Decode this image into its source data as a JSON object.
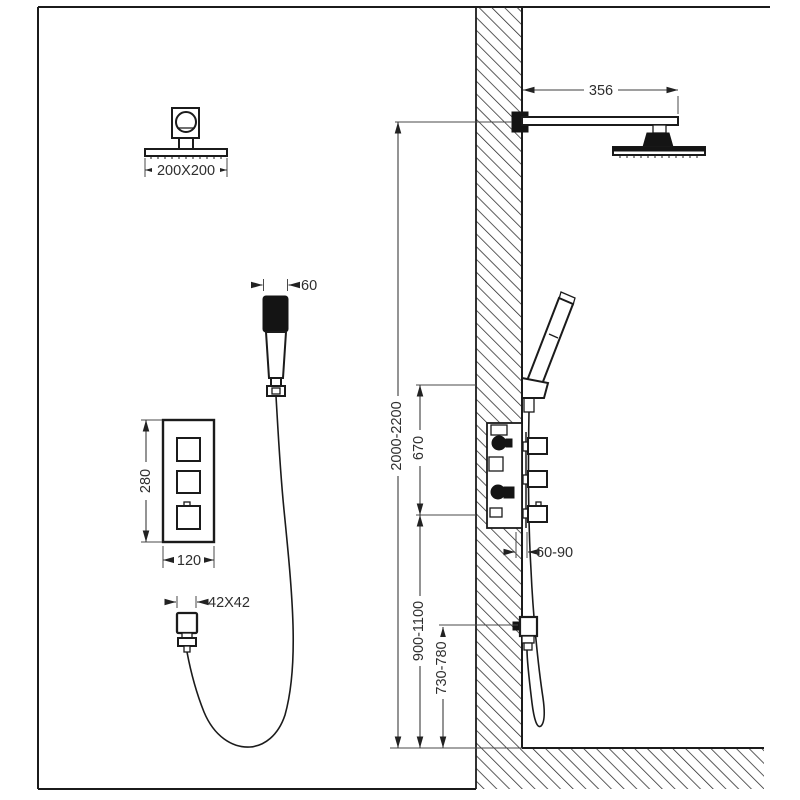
{
  "drawing": {
    "type": "shower-system-installation-technical-drawing",
    "background_color": "#ffffff",
    "line_color": "#1b1b1b",
    "dimension_color": "#3d3d3d",
    "labels": {
      "overhead_shower_size": "200X200",
      "hand_shower_width": "60",
      "panel_height": "280",
      "panel_width": "120",
      "wall_outlet_size": "42X42",
      "shower_arm_length": "356",
      "overall_install_height": "2000-2200",
      "valve_to_holder_distance": "670",
      "valve_recess_depth": "60-90",
      "valve_install_height": "900-1100",
      "outlet_install_height": "730-780"
    }
  }
}
